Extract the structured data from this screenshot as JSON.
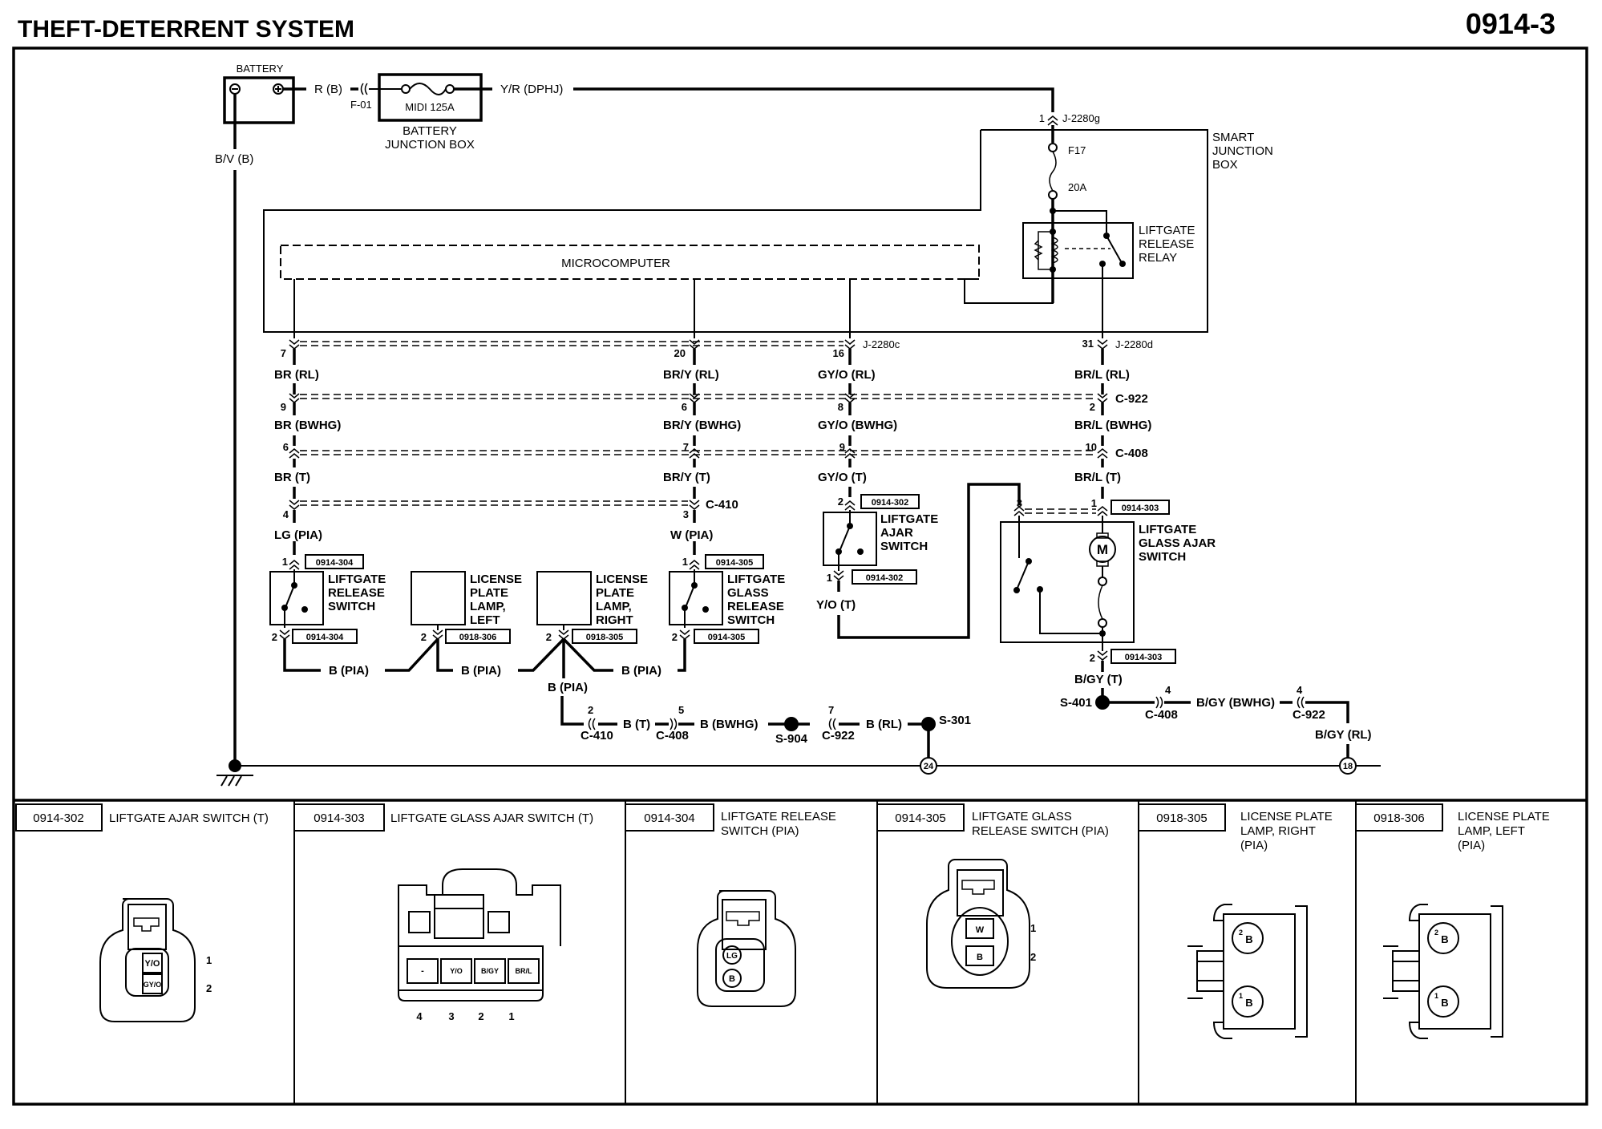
{
  "header": {
    "title": "THEFT-DETERRENT SYSTEM",
    "page_number": "0914-3"
  },
  "power": {
    "battery_label": "BATTERY",
    "battery_pos_wire": "R (B)",
    "battery_neg_wire": "B/V (B)",
    "fuse_connector": "F-01",
    "junction_box_fuse": "MIDI  125A",
    "junction_box_label_1": "BATTERY",
    "junction_box_label_2": "JUNCTION BOX",
    "output_wire": "Y/R (DPHJ)"
  },
  "smart_junction_box": {
    "label_1": "SMART",
    "label_2": "JUNCTION",
    "label_3": "BOX",
    "input_pin": "1",
    "input_connector": "J-2280g",
    "fuse_name": "F17",
    "fuse_rating": "20A",
    "relay_label_1": "LIFTGATE",
    "relay_label_2": "RELEASE",
    "relay_label_3": "RELAY",
    "microcomputer_label": "MICROCOMPUTER",
    "connector_c": "J-2280c",
    "connector_d": "J-2280d"
  },
  "circuits": [
    {
      "rl_pin": "7",
      "rl_wire": "BR (RL)",
      "bwhg_pin": "9",
      "bwhg_wire": "BR (BWHG)",
      "t_pin": "6",
      "t_wire": "BR (T)",
      "pia_pin": "4",
      "pia_wire": "LG (PIA)"
    },
    {
      "rl_pin": "20",
      "rl_wire": "BR/Y (RL)",
      "bwhg_pin": "6",
      "bwhg_wire": "BR/Y (BWHG)",
      "t_pin": "7",
      "t_wire": "BR/Y (T)",
      "pia_pin": "3",
      "pia_wire": "W (PIA)"
    },
    {
      "rl_pin": "16",
      "rl_wire": "GY/O (RL)",
      "bwhg_pin": "8",
      "bwhg_wire": "GY/O (BWHG)",
      "t_pin": "9",
      "t_wire": "GY/O (T)"
    },
    {
      "rl_pin": "31",
      "rl_wire": "BR/L (RL)",
      "bwhg_pin": "2",
      "bwhg_wire": "BR/L (BWHG)",
      "t_pin": "10",
      "t_wire": "BR/L (T)"
    }
  ],
  "inline_connectors": {
    "c922": "C-922",
    "c408": "C-408",
    "c410": "C-410"
  },
  "components": {
    "release_switch": {
      "label_1": "LIFTGATE",
      "label_2": "RELEASE",
      "label_3": "SWITCH",
      "pin_top": "1",
      "pin_bottom": "2",
      "ref": "0914-304"
    },
    "lamp_left": {
      "label_1": "LICENSE",
      "label_2": "PLATE",
      "label_3": "LAMP,",
      "label_4": "LEFT",
      "pin": "2",
      "ref": "0918-306"
    },
    "lamp_right": {
      "label_1": "LICENSE",
      "label_2": "PLATE",
      "label_3": "LAMP,",
      "label_4": "RIGHT",
      "pin": "2",
      "ref": "0918-305"
    },
    "glass_release_switch": {
      "label_1": "LIFTGATE",
      "label_2": "GLASS",
      "label_3": "RELEASE",
      "label_4": "SWITCH",
      "pin_top": "1",
      "pin_bottom": "2",
      "ref": "0914-305"
    },
    "ajar_switch": {
      "label_1": "LIFTGATE",
      "label_2": "AJAR",
      "label_3": "SWITCH",
      "pin_top": "2",
      "pin_bottom": "1",
      "ref": "0914-302",
      "out_wire": "Y/O (T)"
    },
    "glass_ajar_switch": {
      "label_1": "LIFTGATE",
      "label_2": "GLASS AJAR",
      "label_3": "SWITCH",
      "pin_left": "3",
      "pin_top": "1",
      "pin_bottom": "2",
      "ref": "0914-303",
      "motor": "M",
      "out_wire": "B/GY (T)"
    }
  },
  "ground_paths": {
    "b_pia": "B (PIA)",
    "b_t": "B (T)",
    "b_bwhg": "B (BWHG)",
    "b_rl": "B (RL)",
    "pin_c410": "2",
    "pin_c408": "5",
    "pin_c922": "7",
    "splice_s904": "S-904",
    "splice_s301": "S-301",
    "ground_24": "24",
    "splice_s401": "S-401",
    "bgy_pin_c408": "4",
    "bgy_bwhg": "B/GY (BWHG)",
    "bgy_pin_c922": "4",
    "bgy_rl": "B/GY (RL)",
    "ground_18": "18"
  },
  "connector_views": [
    {
      "id": "0914-302",
      "name": "LIFTGATE AJAR SWITCH (T)",
      "pins": [
        "Y/O",
        "GY/O"
      ],
      "pin_numbers": [
        "1",
        "2"
      ]
    },
    {
      "id": "0914-303",
      "name": "LIFTGATE GLASS AJAR SWITCH (T)",
      "pins": [
        "-",
        "Y/O",
        "B/GY",
        "BR/L"
      ],
      "pin_numbers": [
        "4",
        "3",
        "2",
        "1"
      ]
    },
    {
      "id": "0914-304",
      "name_1": "LIFTGATE RELEASE",
      "name_2": "SWITCH (PIA)",
      "pins": [
        "LG",
        "B"
      ]
    },
    {
      "id": "0914-305",
      "name_1": "LIFTGATE GLASS",
      "name_2": "RELEASE SWITCH (PIA)",
      "pins": [
        "W",
        "B"
      ],
      "pin_numbers": [
        "1",
        "2"
      ]
    },
    {
      "id": "0918-305",
      "name_1": "LICENSE PLATE",
      "name_2": "LAMP, RIGHT",
      "name_3": "(PIA)",
      "pins": [
        "B",
        "B"
      ],
      "pin_numbers": [
        "2",
        "1"
      ]
    },
    {
      "id": "0918-306",
      "name_1": "LICENSE PLATE",
      "name_2": "LAMP, LEFT",
      "name_3": "(PIA)",
      "pins": [
        "B",
        "B"
      ],
      "pin_numbers": [
        "2",
        "1"
      ]
    }
  ]
}
